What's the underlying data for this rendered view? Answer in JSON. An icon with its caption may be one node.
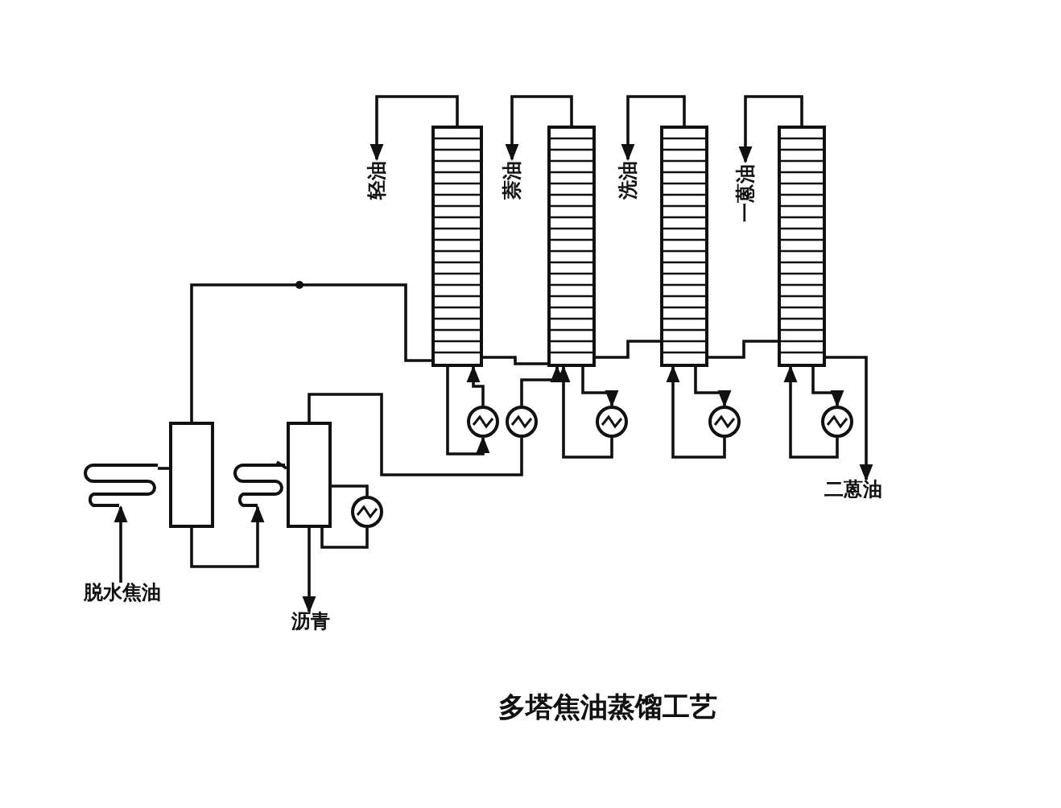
{
  "diagram": {
    "title": "多塔焦油蒸馏工艺",
    "nodes": [
      {
        "text": [
          "脱水焦油"
        ]
      },
      {
        "text": [],
        "shape": "coil"
      },
      {
        "text": [],
        "shape": "box"
      },
      {
        "text": [],
        "shape": "coil"
      },
      {
        "text": [],
        "shape": "box"
      },
      {
        "text": [],
        "shape": "circle"
      },
      {
        "text": [
          "沥青"
        ]
      },
      {
        "text": [],
        "shape": "column"
      },
      {
        "text": [],
        "shape": "column"
      },
      {
        "text": [],
        "shape": "column"
      },
      {
        "text": [],
        "shape": "column"
      },
      {
        "text": [],
        "shape": "circle"
      },
      {
        "text": [],
        "shape": "circle"
      },
      {
        "text": [],
        "shape": "circle"
      },
      {
        "text": [],
        "shape": "circle"
      },
      {
        "text": [],
        "shape": "circle"
      },
      {
        "text": [
          "轻油"
        ]
      },
      {
        "text": [
          "萘油"
        ]
      },
      {
        "text": [
          "洗油"
        ]
      },
      {
        "text": [
          "一蒽油"
        ]
      },
      {
        "text": [
          "二蒽油"
        ]
      }
    ],
    "edges": [
      {
        "from": 0,
        "to": 1,
        "arrow": "to"
      },
      {
        "from": 1,
        "to": 2,
        "arrow": "none"
      },
      {
        "from": 2,
        "to": 3,
        "arrow": "to"
      },
      {
        "from": 3,
        "to": 4,
        "arrow": "none"
      },
      {
        "from": 2,
        "to": 7,
        "arrow": "none"
      },
      {
        "from": 4,
        "to": 5,
        "arrow": "none"
      },
      {
        "from": 5,
        "to": 4,
        "arrow": "none"
      },
      {
        "from": 4,
        "to": 6,
        "arrow": "to"
      },
      {
        "from": 4,
        "to": 12,
        "arrow": "none"
      },
      {
        "from": 7,
        "to": 11,
        "arrow": "to"
      },
      {
        "from": 11,
        "to": 7,
        "arrow": "to"
      },
      {
        "from": 7,
        "to": 8,
        "arrow": "none"
      },
      {
        "from": 12,
        "to": 8,
        "arrow": "to"
      },
      {
        "from": 8,
        "to": 13,
        "arrow": "to"
      },
      {
        "from": 13,
        "to": 8,
        "arrow": "to"
      },
      {
        "from": 8,
        "to": 9,
        "arrow": "none"
      },
      {
        "from": 9,
        "to": 14,
        "arrow": "to"
      },
      {
        "from": 14,
        "to": 9,
        "arrow": "to"
      },
      {
        "from": 9,
        "to": 10,
        "arrow": "none"
      },
      {
        "from": 10,
        "to": 15,
        "arrow": "to"
      },
      {
        "from": 15,
        "to": 10,
        "arrow": "to"
      },
      {
        "from": 10,
        "to": 20,
        "arrow": "to"
      },
      {
        "from": 7,
        "to": 16,
        "arrow": "to"
      },
      {
        "from": 8,
        "to": 17,
        "arrow": "to"
      },
      {
        "from": 9,
        "to": 18,
        "arrow": "to"
      },
      {
        "from": 10,
        "to": 19,
        "arrow": "to"
      }
    ]
  }
}
